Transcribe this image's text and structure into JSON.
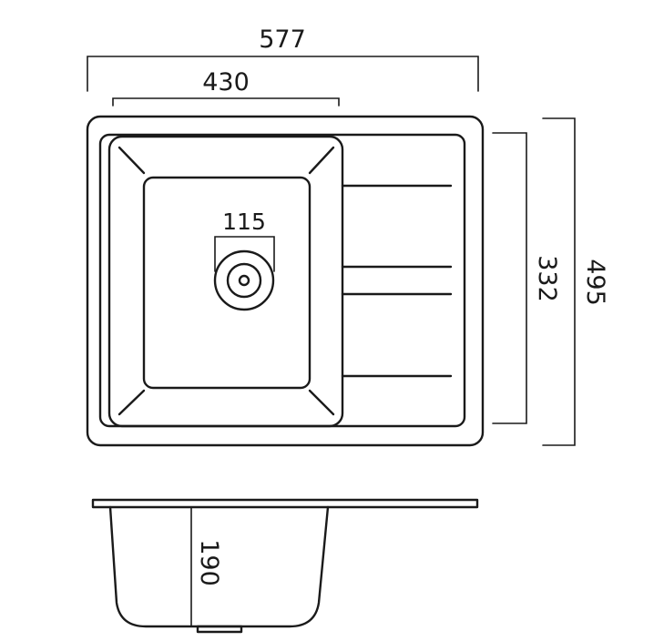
{
  "dimensions": {
    "overall_width": "577",
    "bowl_width": "430",
    "drain_diameter": "115",
    "bowl_length": "332",
    "overall_length": "495",
    "bowl_depth": "190"
  }
}
